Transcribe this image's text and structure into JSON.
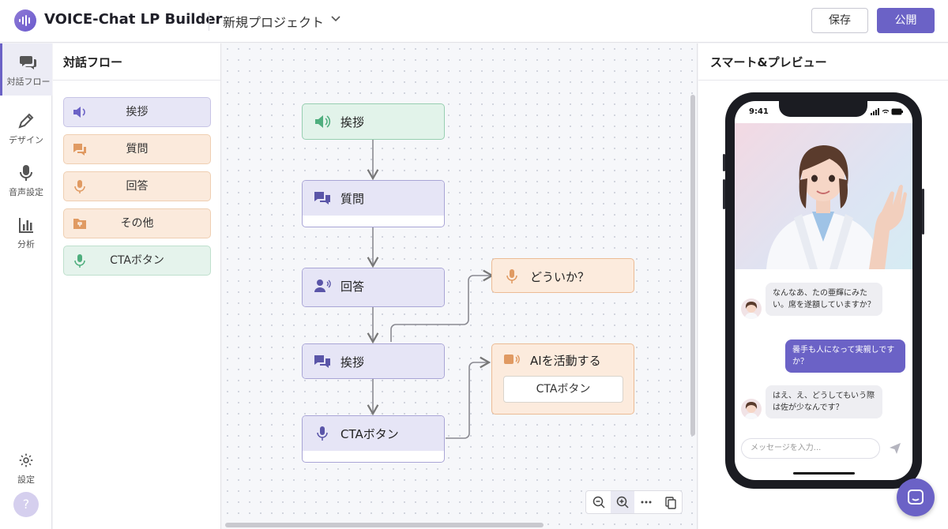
{
  "header": {
    "app_title": "VOICE-Chat LP Builder",
    "project_name": "新規プロジェクト",
    "save_label": "保存",
    "publish_label": "公開",
    "accent_color": "#6b62c6"
  },
  "rail": {
    "items": [
      {
        "label": "対話フロー",
        "icon": "chat-bubbles-icon",
        "active": true
      },
      {
        "label": "デザイン",
        "icon": "pen-icon"
      },
      {
        "label": "音声設定",
        "icon": "microphone-icon"
      },
      {
        "label": "分析",
        "icon": "bar-chart-icon"
      }
    ],
    "settings_label": "設定",
    "help_label": "?"
  },
  "palette": {
    "title": "対話フロー",
    "items": [
      {
        "label": "挨拶",
        "icon": "speaker-icon",
        "color": "purple"
      },
      {
        "label": "質問",
        "icon": "chat-icon",
        "color": "orange"
      },
      {
        "label": "回答",
        "icon": "microphone-icon",
        "color": "orange"
      },
      {
        "label": "その他",
        "icon": "folder-icon",
        "color": "orange"
      },
      {
        "label": "CTAボタン",
        "icon": "microphone-icon",
        "color": "green"
      }
    ]
  },
  "flow": {
    "nodes": [
      {
        "label": "挨拶",
        "icon": "speaker-icon"
      },
      {
        "label": "質問",
        "icon": "chat-icon"
      },
      {
        "label": "回答",
        "icon": "person-voice-icon"
      },
      {
        "label": "挨拶",
        "icon": "chat-icon"
      },
      {
        "label": "CTAボタン",
        "icon": "microphone-icon"
      },
      {
        "label": "どういか？",
        "icon": "microphone-icon"
      },
      {
        "label": "AIを活動する",
        "icon": "ai-voice-icon",
        "button_label": "CTAボタン"
      }
    ]
  },
  "preview": {
    "title": "スマート&プレビュー",
    "time": "9:41",
    "messages": [
      {
        "from": "bot",
        "text": "なんなあ、たの亜輝にみたい。席を遂額していますか？"
      },
      {
        "from": "user",
        "text": "曇手も人になって実親しですか？"
      },
      {
        "from": "bot",
        "text": "はえ、え、どうしてもいう際は佐が少なんです？"
      }
    ],
    "input_placeholder": "メッセージを入力..."
  }
}
